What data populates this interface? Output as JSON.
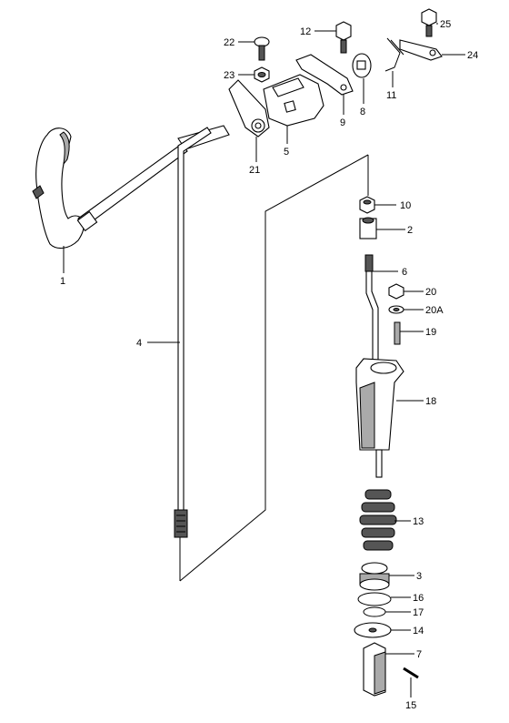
{
  "diagram": {
    "callouts": {
      "p1": "1",
      "p2": "2",
      "p3": "3",
      "p4": "4",
      "p5": "5",
      "p6": "6",
      "p7": "7",
      "p8": "8",
      "p9": "9",
      "p10": "10",
      "p11": "11",
      "p12": "12",
      "p13": "13",
      "p14": "14",
      "p15": "15",
      "p16": "16",
      "p17": "17",
      "p18": "18",
      "p19": "19",
      "p20": "20",
      "p20a": "20A",
      "p21": "21",
      "p22": "22",
      "p23": "23",
      "p24": "24",
      "p25": "25"
    }
  }
}
